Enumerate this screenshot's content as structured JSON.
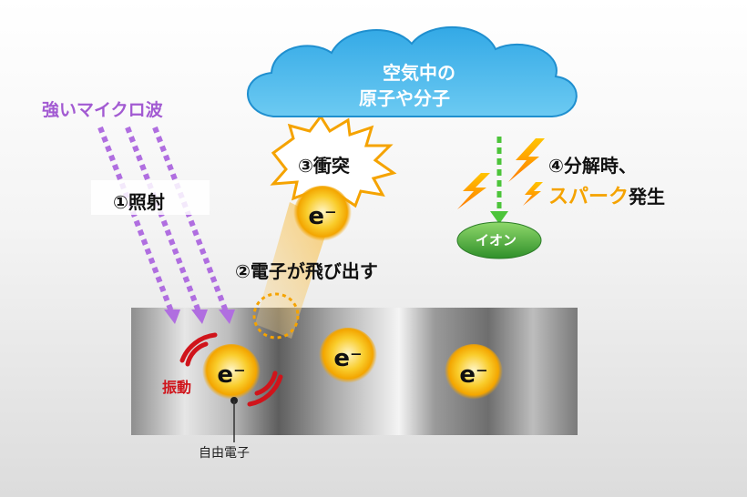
{
  "microwave_label": "強いマイクロ波",
  "step1_label": "①照射",
  "step2_label": "②電子が飛び出す",
  "step3_label": "③衝突",
  "step4_label": "④分解時、",
  "spark_word": "スパーク",
  "spark_suffix": "発生",
  "cloud_line1": "空気中の",
  "cloud_line2": "原子や分子",
  "ion_label": "イオン",
  "vibration_label": "振動",
  "free_electron_label": "自由電子",
  "electron_symbol": "e⁻",
  "colors": {
    "microwave": "#a25ad2",
    "vibration": "#d0141b",
    "spark": "#f5a300",
    "cloud": "#47b8ec",
    "ion": "#4cae3a",
    "electron_glow": "#f7c200"
  }
}
